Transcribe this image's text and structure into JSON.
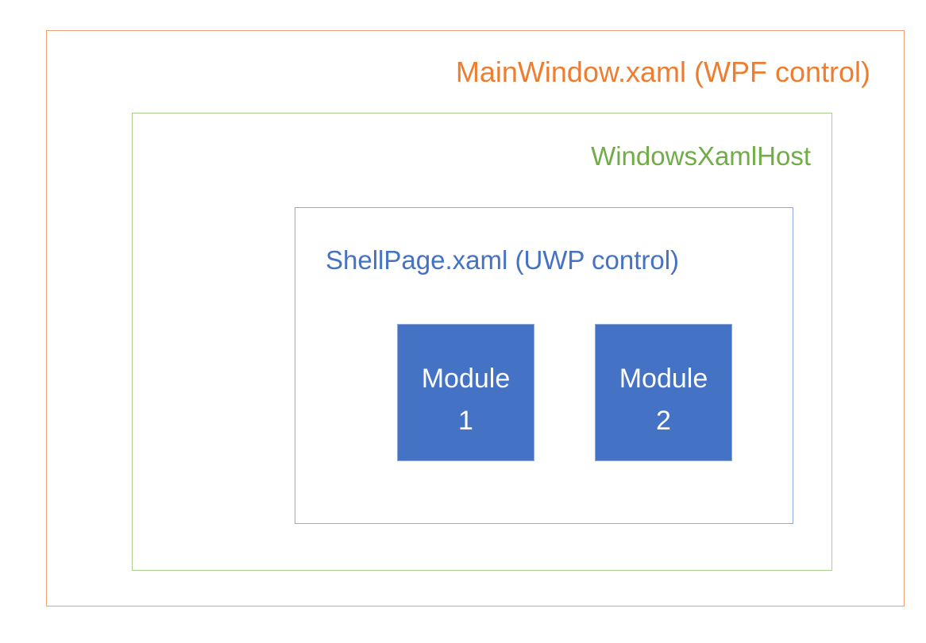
{
  "diagram": {
    "main_window": {
      "label": "MainWindow.xaml (WPF control)",
      "color": "#ed7d31"
    },
    "xaml_host": {
      "label": "WindowsXamlHost",
      "color": "#70ad47"
    },
    "shell_page": {
      "label": "ShellPage.xaml (UWP control)",
      "color": "#4472c4"
    },
    "modules": [
      {
        "line1": "Module",
        "line2": "1"
      },
      {
        "line1": "Module",
        "line2": "2"
      }
    ]
  }
}
